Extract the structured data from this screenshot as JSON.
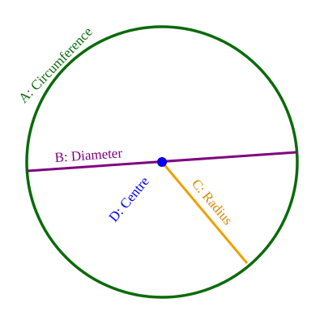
{
  "labels": {
    "circumference": "A: Circumference",
    "diameter": "B: Diameter",
    "radius": "C: Radius",
    "centre": "D: Centre"
  },
  "colors": {
    "circumference": "#0a6b0a",
    "diameter": "#800080",
    "radius": "#f0a000",
    "centre": "#0000ee",
    "background": "#ffffff"
  }
}
